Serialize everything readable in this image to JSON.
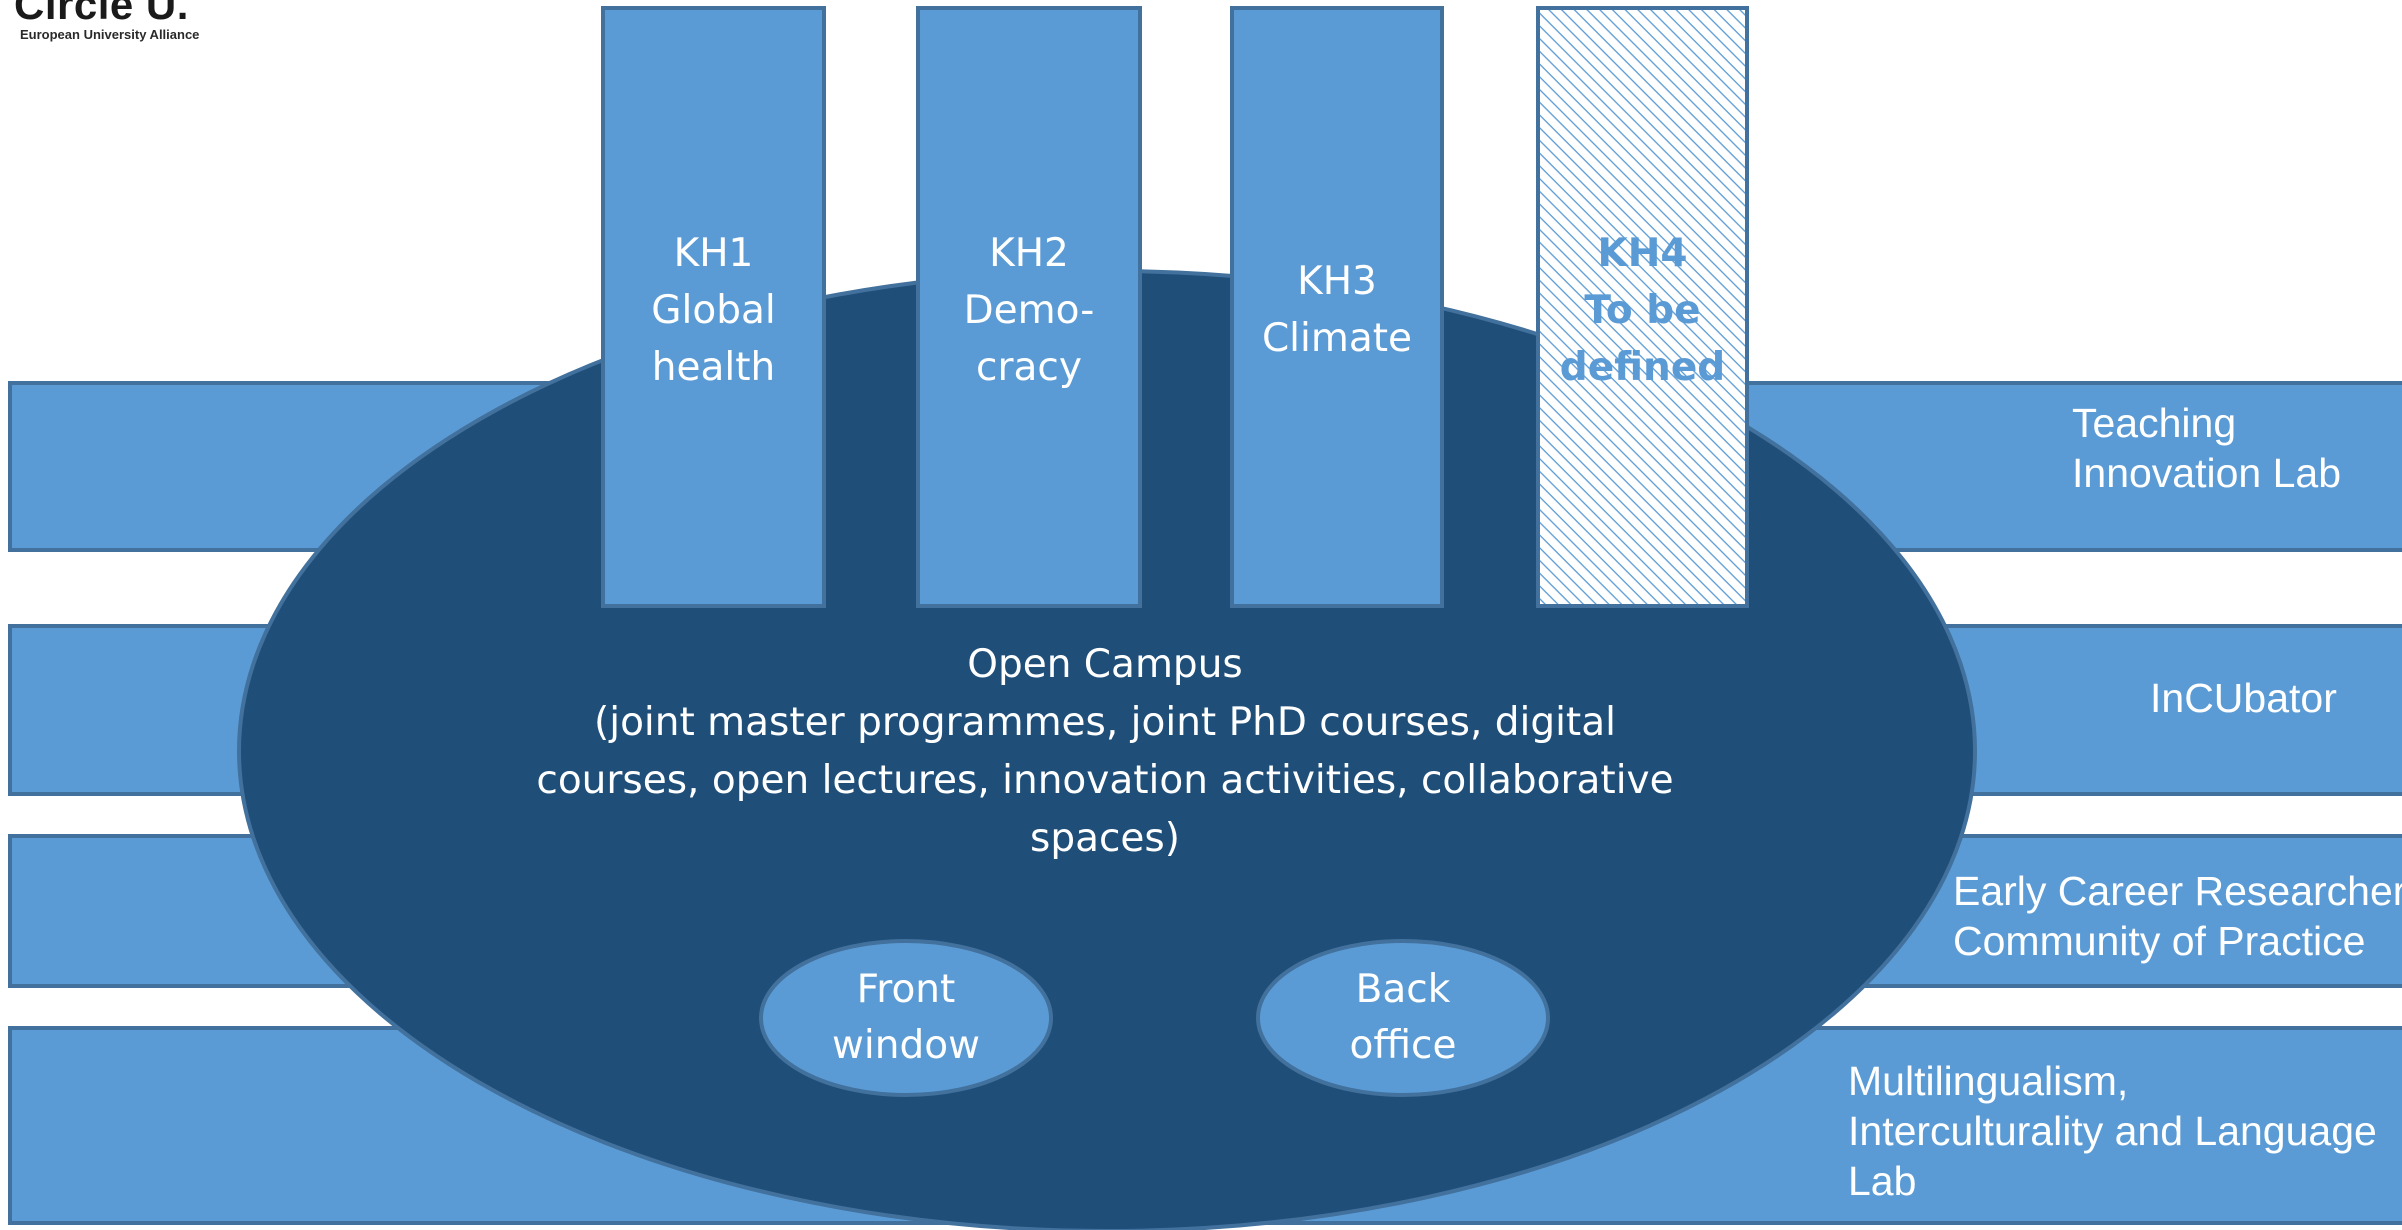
{
  "logo": {
    "name": "Circle U.",
    "tagline": "European University Alliance"
  },
  "knowledge_hubs": [
    {
      "lines": [
        "KH1",
        "Global",
        "health"
      ],
      "status": "defined"
    },
    {
      "lines": [
        "KH2",
        "Demo-",
        "cracy"
      ],
      "status": "defined"
    },
    {
      "lines": [
        "KH3",
        "Climate"
      ],
      "status": "defined"
    },
    {
      "lines": [
        "KH4",
        "To be",
        "defined"
      ],
      "status": "to-be-defined"
    }
  ],
  "open_campus": {
    "lines": [
      "Open Campus",
      "(joint master programmes, joint PhD courses, digital",
      "courses, open lectures, innovation activities, collaborative",
      "spaces)"
    ]
  },
  "inner_units": [
    {
      "lines": [
        "Front",
        "window"
      ]
    },
    {
      "lines": [
        "Back",
        "office"
      ]
    }
  ],
  "bands": [
    {
      "lines": [
        "Teaching",
        "Innovation Lab"
      ]
    },
    {
      "lines": [
        "InCUbator"
      ]
    },
    {
      "lines": [
        "Early Career Researcher",
        "Community of Practice"
      ]
    },
    {
      "lines": [
        "Multilingualism,",
        "Interculturality and Language",
        "Lab"
      ]
    }
  ],
  "colors": {
    "light_blue": "#5b9bd5",
    "dark_blue": "#1f4e79",
    "outline": "#41719c",
    "white": "#ffffff"
  }
}
